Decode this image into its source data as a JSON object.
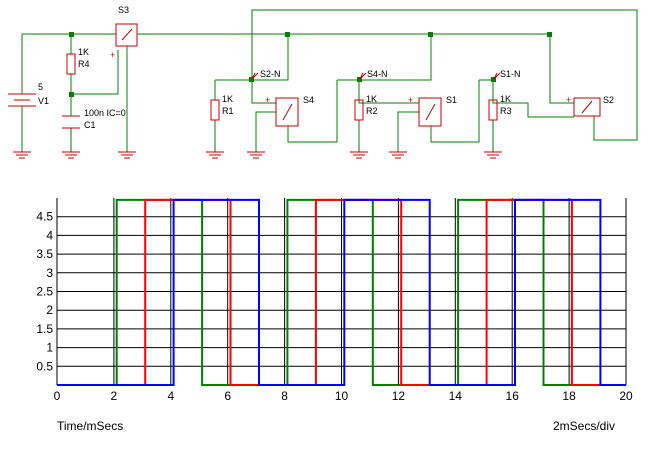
{
  "schematic": {
    "colors": {
      "wire": "#008000",
      "part": "#c00000",
      "node": "#008000"
    },
    "source": {
      "value": "5",
      "name": "V1"
    },
    "r4": {
      "value": "1K",
      "name": "R4"
    },
    "c1": {
      "value": "100n IC=0",
      "name": "C1"
    },
    "s3": {
      "name": "S3"
    },
    "stages": [
      {
        "tap": "S2-N",
        "r_value": "1K",
        "r_name": "R1",
        "switch": "S4"
      },
      {
        "tap": "S4-N",
        "r_value": "1K",
        "r_name": "R2",
        "switch": "S1"
      },
      {
        "tap": "S1-N",
        "r_value": "1K",
        "r_name": "R3",
        "switch": "S2"
      }
    ],
    "plus": "+"
  },
  "chart_data": {
    "type": "line",
    "xlim": [
      0,
      20
    ],
    "ylim": [
      0,
      5
    ],
    "x_ticks": [
      "0",
      "2",
      "4",
      "6",
      "8",
      "10",
      "12",
      "14",
      "16",
      "18",
      "20"
    ],
    "y_ticks": [
      "0.5",
      "1",
      "1.5",
      "2",
      "2.5",
      "3",
      "3.5",
      "4",
      "4.5"
    ],
    "xlabel": "Time/mSecs",
    "scale_label": "2mSecs/div",
    "grid": true,
    "series": [
      {
        "color": "#008000",
        "high": 4.95,
        "pulses": [
          [
            2.1,
            5.1
          ],
          [
            8.1,
            11.1
          ],
          [
            14.1,
            17.1
          ]
        ]
      },
      {
        "color": "#ff0000",
        "high": 4.95,
        "pulses": [
          [
            3.1,
            6.1
          ],
          [
            9.1,
            12.1
          ],
          [
            15.1,
            18.1
          ]
        ]
      },
      {
        "color": "#0000ff",
        "high": 4.95,
        "pulses": [
          [
            4.1,
            7.1
          ],
          [
            10.1,
            13.1
          ],
          [
            16.1,
            19.1
          ]
        ]
      }
    ]
  }
}
